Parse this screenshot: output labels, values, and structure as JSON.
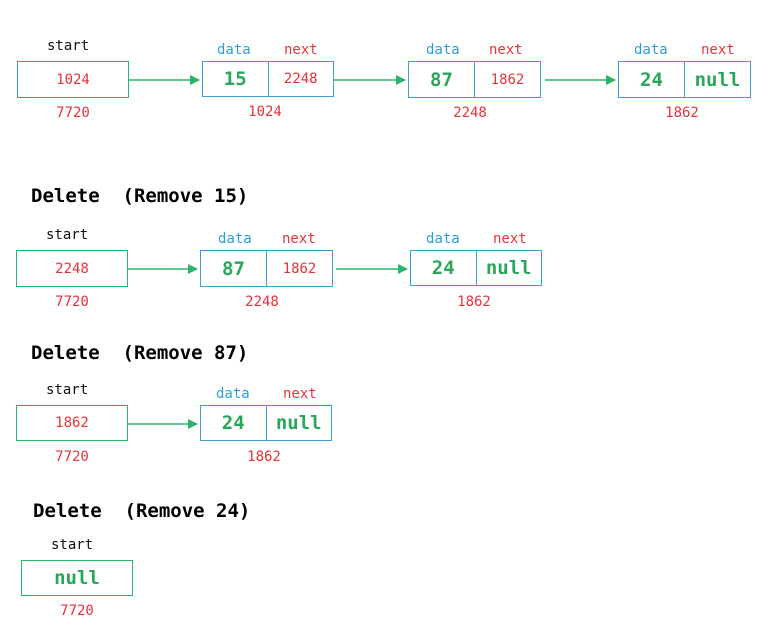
{
  "labels": {
    "start": "start",
    "data": "data",
    "next": "next"
  },
  "sections": [
    {
      "title": "",
      "start": {
        "value": "1024",
        "addr": "7720"
      },
      "nodes": [
        {
          "data": "15",
          "next": "2248",
          "addr": "1024"
        },
        {
          "data": "87",
          "next": "1862",
          "addr": "2248"
        },
        {
          "data": "24",
          "next": "null",
          "addr": "1862"
        }
      ]
    },
    {
      "title": "Delete  (Remove 15)",
      "start": {
        "value": "2248",
        "addr": "7720"
      },
      "nodes": [
        {
          "data": "87",
          "next": "1862",
          "addr": "2248"
        },
        {
          "data": "24",
          "next": "null",
          "addr": "1862"
        }
      ]
    },
    {
      "title": "Delete  (Remove 87)",
      "start": {
        "value": "1862",
        "addr": "7720"
      },
      "nodes": [
        {
          "data": "24",
          "next": "null",
          "addr": "1862"
        }
      ]
    },
    {
      "title": "Delete  (Remove 24)",
      "start": {
        "value": "null",
        "addr": "7720"
      },
      "nodes": []
    }
  ],
  "colors": {
    "start_border": "#2cb36b",
    "node_border": "#37a3d6",
    "label_blue": "#2aa1d3",
    "red_text": "#e8313a",
    "green_text": "#2aa65a",
    "arrow": "#2cb36b"
  }
}
